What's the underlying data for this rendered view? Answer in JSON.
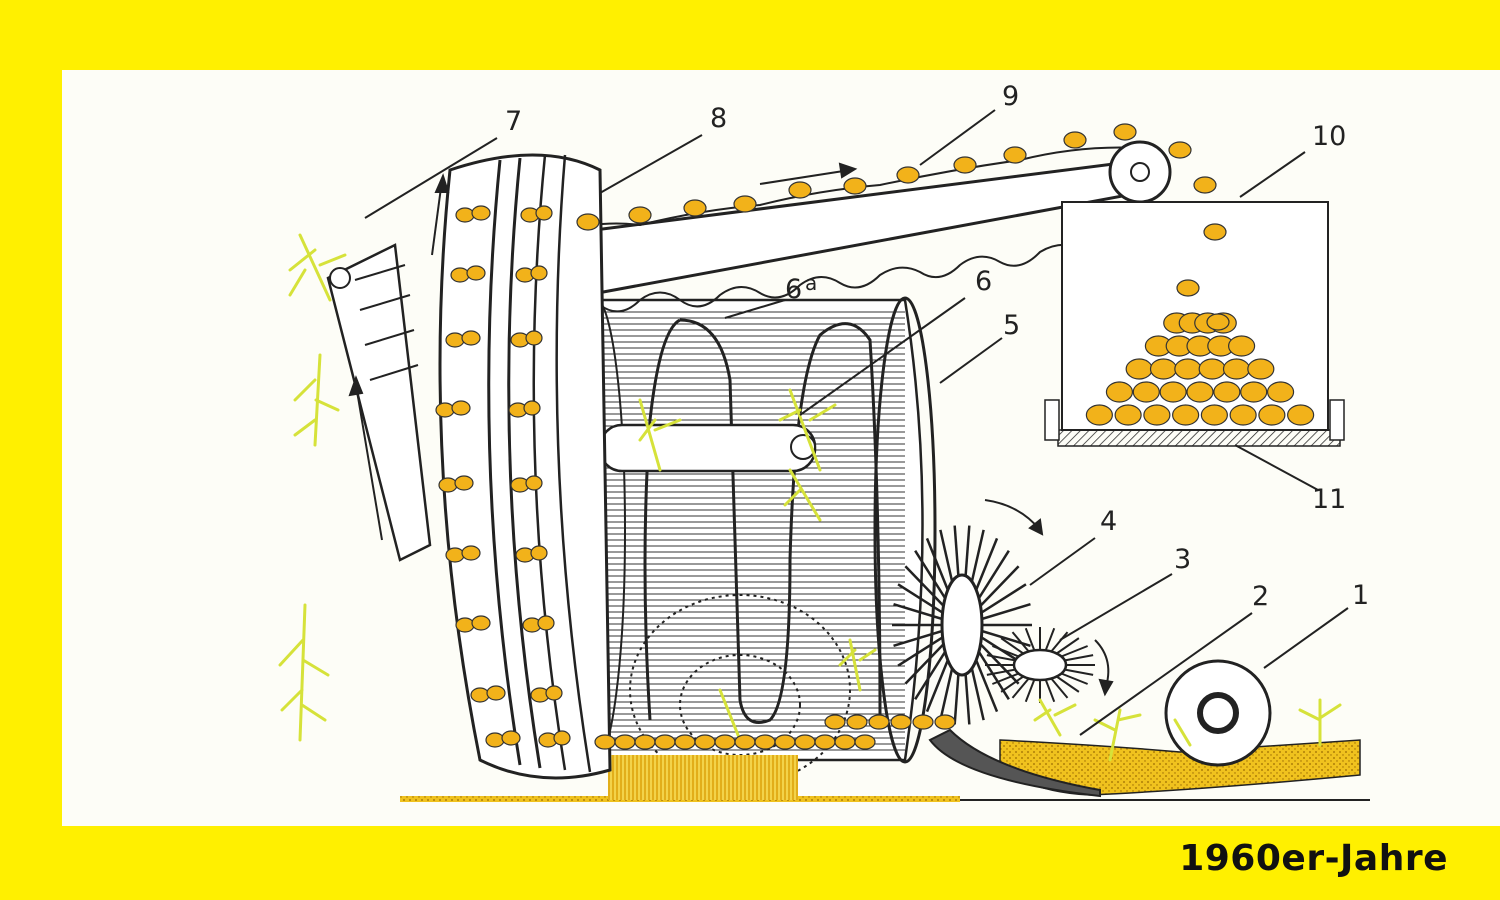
{
  "caption": "1960er-Jahre",
  "colors": {
    "frame": "#fff000",
    "panel": "#fdfdf7",
    "line": "#222222",
    "potato": "#f2b21a",
    "leaves": "#d6e23a",
    "soil": "#f0c21e"
  },
  "labels": {
    "l1": "1",
    "l2": "2",
    "l3": "3",
    "l4": "4",
    "l5": "5",
    "l6": "6",
    "l6a": "6",
    "l6a_sup": "a",
    "l7": "7",
    "l8": "8",
    "l9": "9",
    "l10": "10",
    "l11": "11"
  }
}
